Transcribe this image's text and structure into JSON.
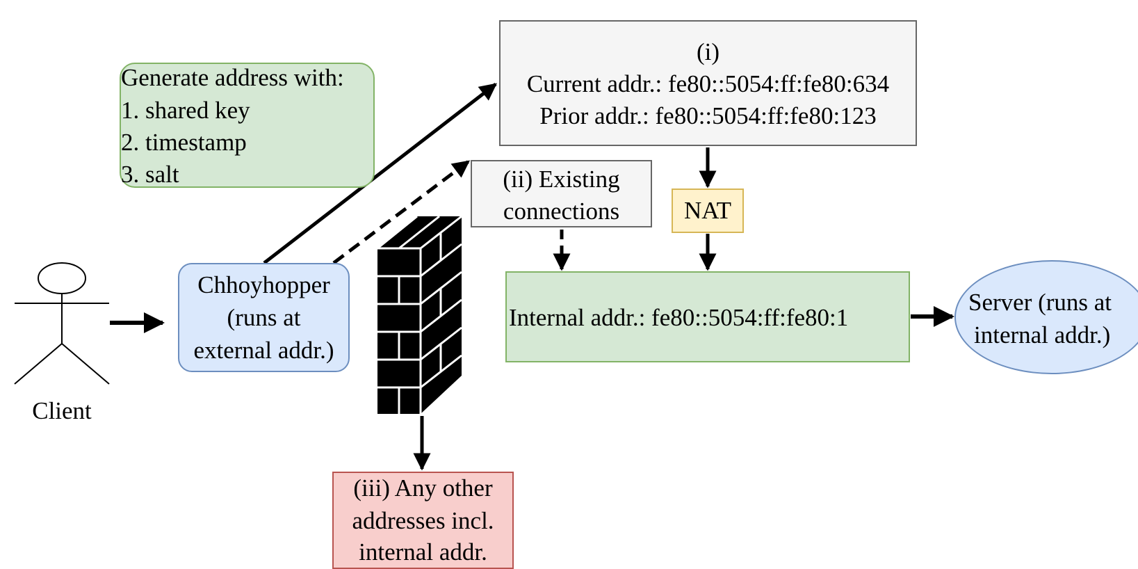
{
  "nodes": {
    "current": {
      "label": "(i)",
      "current_addr": "Current addr.: fe80::5054:ff:fe80:634",
      "prior_addr": "Prior addr.: fe80::5054:ff:fe80:123"
    },
    "existing": {
      "line1": "(ii) Existing",
      "line2": "connections"
    },
    "nat": {
      "label": "NAT"
    },
    "internal": {
      "label": "Internal addr.: fe80::5054:ff:fe80:1"
    },
    "generate": {
      "title": "Generate address with:",
      "items": [
        "1. shared key",
        "2. timestamp",
        "3. salt"
      ]
    },
    "hopper": {
      "line1": "Chhoyhopper",
      "line2": "(runs at",
      "line3": "external addr.)"
    },
    "server": {
      "line1": "Server (runs at",
      "line2": "internal addr.)"
    },
    "other": {
      "line1": "(iii) Any other",
      "line2": "addresses incl.",
      "line3": "internal addr."
    },
    "client": {
      "label": "Client"
    }
  },
  "colors": {
    "green_fill": "#d5e8d4",
    "green_stroke": "#82b366",
    "blue_fill": "#dae8fc",
    "blue_stroke": "#6c8ebf",
    "gray_fill": "#f5f5f5",
    "gray_stroke": "#666666",
    "yellow_fill": "#fff2cc",
    "yellow_stroke": "#d6b656",
    "red_fill": "#f8cecc",
    "red_stroke": "#b85450"
  }
}
